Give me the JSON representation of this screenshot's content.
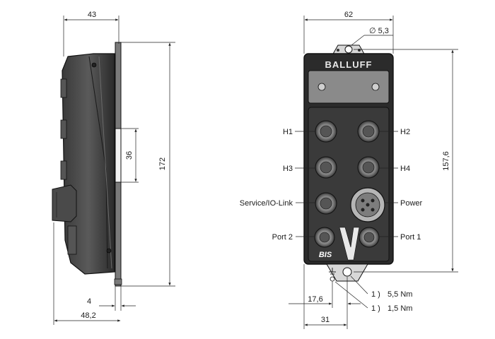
{
  "dimensions": {
    "side_width": "43",
    "side_height": "172",
    "side_slot": "36",
    "side_plate": "4",
    "side_total": "48,2",
    "front_width": "62",
    "front_height": "157,6",
    "hole_diameter": "∅ 5,3",
    "bottom_left": "17,6",
    "bottom_width": "31"
  },
  "brand": "BALLUFF",
  "bis_logo": "BIS",
  "ports": {
    "h1": "H1",
    "h2": "H2",
    "h3": "H3",
    "h4": "H4",
    "service": "Service/IO-Link",
    "power": "Power",
    "port2": "Port 2",
    "port1": "Port 1"
  },
  "torque_notes": [
    {
      "marker": "1 )",
      "value": "5,5 Nm"
    },
    {
      "marker": "1 )",
      "value": "1,5 Nm"
    }
  ],
  "colors": {
    "housing": "#2b2b2b",
    "housing_light": "#4a4a4a",
    "plate": "#6e6e6e",
    "connector": "#9a9a9a"
  },
  "icons": {
    "ground": "ground-symbol-icon",
    "arrow": "dimension-arrow-icon"
  }
}
